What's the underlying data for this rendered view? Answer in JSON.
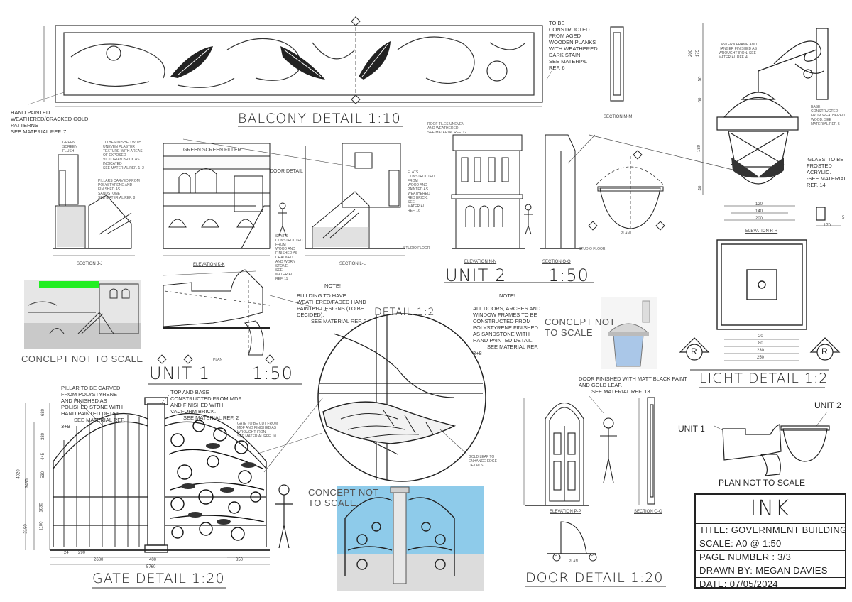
{
  "balcony": {
    "title": "BALCONY DETAIL 1:10",
    "note_wood": "TO BE CONSTRUCTED FROM AGED WOODEN PLANKS WITH WEATHERED DARK STAIN",
    "note_wood_ref": "SEE MATERIAL REF. 6",
    "note_paint": "HAND PAINTED WEATHERED/CRACKED GOLD PATTERNS",
    "note_paint_ref": "SEE MATERIAL REF. 7",
    "section": "SECTION M-M"
  },
  "lamp": {
    "note_frame": "LANTERN FRAME AND HANGER FINISHED AS WROUGHT IRON. SEE MATERIAL REF. 4",
    "note_base": "BASE CONSTRUCTED FROM WEATHERED WOOD. SEE MATERIAL REF. 5",
    "note_glass": "'GLASS' TO BE FROSTED ACRYLIC.",
    "note_glass_ref": "-SEE MATERIAL REF. 14",
    "elevation": "ELEVATION R-R",
    "dims": [
      "200",
      "175",
      "60",
      "50",
      "180",
      "40"
    ],
    "plan_dims": [
      "120",
      "140",
      "200"
    ],
    "side_dim": "170",
    "side_small": "5"
  },
  "unit1": {
    "title": "UNIT 1",
    "scale": "1:50",
    "sections": [
      "SECTION J-J",
      "ELEVATION K-K",
      "SECTION L-L"
    ],
    "green_screen": "GREEN SCREEN FILLER",
    "door_detail": "DOOR DETAIL",
    "note_plaster": "TO BE FINISHED WITH UNEVEN PLASTER TEXTURE WITH AREAS OF EXPOSED VICTORIAN BRICK AS INDICATED",
    "note_plaster_ref": "SEE MATERIAL REF. 1+2",
    "note_pillars": "PILLARS CARVED FROM POLYSTYRENE AND FINISHED AS SANDSTONE",
    "note_pillars_ref": "SEE MATERIAL REF. 8",
    "note_stairs": "STAIRS CONSTRUCTED FROM WOOD AND FINISHED AS CRACKED AND WORN STONE.",
    "note_stairs_ref": "SEE MATERIAL REF. 11",
    "note_flats": "FLATS CONSTRUCTED FROM WOOD AND PAINTED AS WEATHERED RED BRICK.",
    "note_flats_ref": "SEE MATERIAL REF. 16",
    "green_flat": "GREEN SCREEN FLUSH",
    "studio_floor": "STUDIO FLOOR",
    "plan": "PLAN",
    "note_title": "NOTE!",
    "note_building": "BUILDING TO HAVE WEATHERED/FADED HAND PAINTED DESIGNS (TO BE DECIDED).",
    "note_building_ref": "SEE MATERIAL REF. 3",
    "concept": "CONCEPT NOT TO SCALE"
  },
  "unit2": {
    "title": "UNIT 2",
    "scale": "1:50",
    "sections": [
      "ELEVATION N-N",
      "SECTION O-O"
    ],
    "note_roof": "ROOF TILES UNEVEN AND WEATHERED.",
    "note_roof_ref": "SEE MATERIAL REF. 12",
    "studio_floor": "STUDIO FLOOR",
    "plan": "PLAN",
    "note_title": "NOTE!",
    "note_frames": "ALL DOORS, ARCHES AND WINDOW FRAMES TO BE CONSTRUCTED FROM POLYSTYRENE FINISHED AS SANDSTONE WITH HAND PAINTED DETAIL.",
    "note_frames_ref": "SEE MATERIAL REF. 3+8"
  },
  "detail": {
    "title": "DETAIL 1:2",
    "note_gold": "GOLD LEAF TO ENHANCE EDGE DETAILS"
  },
  "light": {
    "title": "LIGHT DETAIL 1:2",
    "concept": "CONCEPT NOT TO SCALE",
    "dims": [
      "20",
      "80",
      "230",
      "250"
    ],
    "marker": "R"
  },
  "gate": {
    "title": "GATE DETAIL 1:20",
    "note_pillar": "PILLAR TO BE CARVED FROM POLYSTYRENE AND FINISHED AS POLISHED STONE WITH HAND PAINTED DETAIL.",
    "note_pillar_ref": "SEE MATERIAL REF. 3+9",
    "note_top": "TOP AND BASE CONSTRUCTED FROM MDF AND FINISHED WITH VACFORM BRICK.",
    "note_top_ref": "SEE MATERIAL REF. 2",
    "note_gate": "GATE TO BE CUT FROM MDF AND FINISHED AS WROUGHT IRON.",
    "note_gate_ref": "SEE MATERIAL REF. 10",
    "dims_v": [
      "4020",
      "3435",
      "680",
      "380",
      "445",
      "530",
      "1630",
      "1100",
      "2180"
    ],
    "dims_h": [
      "2680",
      "400",
      "5760",
      "850",
      "24",
      "290"
    ],
    "concept": "CONCEPT NOT TO SCALE"
  },
  "door": {
    "title": "DOOR DETAIL 1:20",
    "note": "DOOR FINISHED WITH MATT BLACK PAINT AND GOLD LEAF.",
    "note_ref": "SEE MATERIAL REF. 13",
    "elevation": "ELEVATION P-P",
    "section": "SECTION Q-Q",
    "plan": "PLAN",
    "plan_marker": "P"
  },
  "plan_view": {
    "unit1": "UNIT 1",
    "unit2": "UNIT 2",
    "caption": "PLAN NOT TO SCALE"
  },
  "title_block": {
    "company": "INK",
    "title": "TITLE: GOVERNMENT BUILDING",
    "scale": "SCALE: A0 @ 1:50",
    "page": "PAGE NUMBER : 3/3",
    "drawn": "DRAWN BY: MEGAN DAVIES",
    "date": "DATE: 07/05/2024"
  }
}
